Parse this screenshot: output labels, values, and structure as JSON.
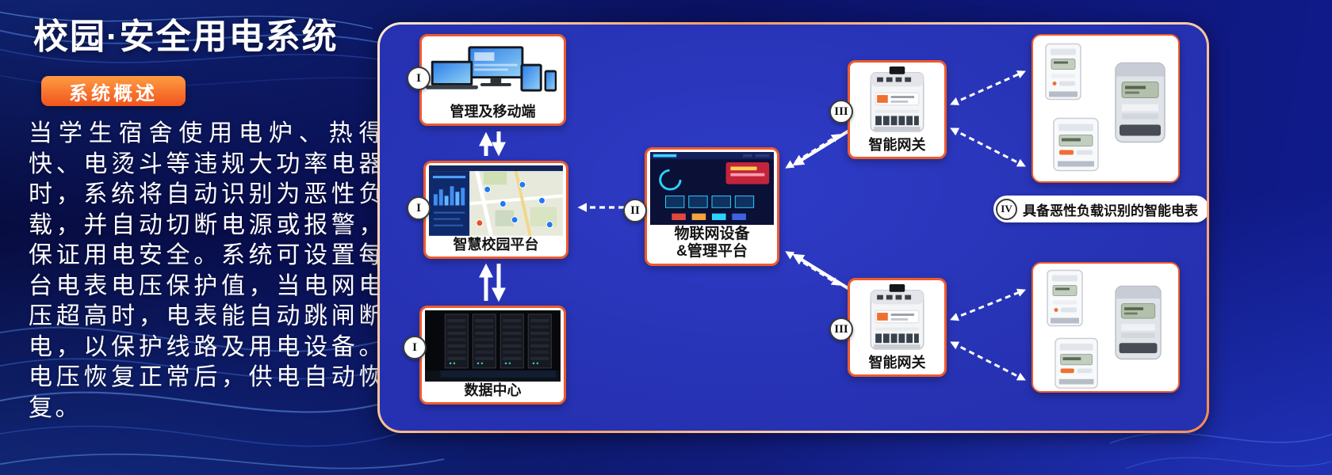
{
  "header": {
    "title": "校园·安全用电系统",
    "overview_badge": "系统概述",
    "description": "当学生宿舍使用电炉、热得快、电烫斗等违规大功率电器时，系统将自动识别为恶性负载，并自动切断电源或报警，保证用电安全。系统可设置每台电表电压保护值，当电网电压超高时，电表能自动跳闸断电，以保护线路及用电设备。电压恢复正常后，供电自动恢复。"
  },
  "diagram": {
    "management": {
      "numeral": "I",
      "label": "管理及移动端"
    },
    "campus_platform": {
      "numeral": "I",
      "label": "智慧校园平台"
    },
    "data_center": {
      "numeral": "I",
      "label": "数据中心"
    },
    "iot_platform": {
      "numeral": "II",
      "label_line1": "物联网设备",
      "label_line2": "&管理平台"
    },
    "gateway_top": {
      "numeral": "III",
      "label": "智能网关"
    },
    "gateway_bottom": {
      "numeral": "III",
      "label": "智能网关"
    },
    "smart_meters": {
      "numeral": "IV",
      "label": "具备恶性负载识别的智能电表"
    }
  },
  "colors": {
    "background_navy": "#0a1160",
    "panel_blue": "#2733b4",
    "card_border_orange": "#ee5a2c",
    "badge_orange": "#f1531d",
    "arrow_white": "#ffffff"
  }
}
